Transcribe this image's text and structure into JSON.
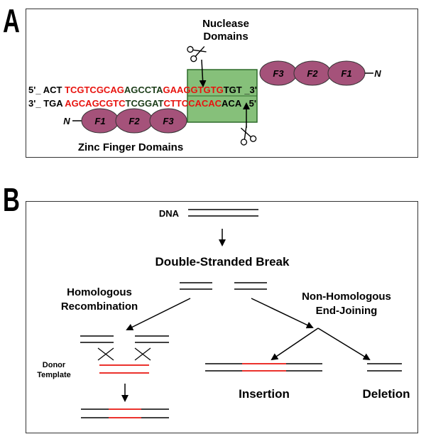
{
  "panel_a": {
    "letter": "A",
    "nuclease_label_line1": "Nuclease",
    "nuclease_label_line2": "Domains",
    "zinc_finger_label": "Zinc Finger Domains",
    "top_strand": {
      "prefix": "5'_",
      "black_left": "ACT",
      "red_left": "TCGTCGCAG",
      "green_site": "AGCCTA",
      "red_right": "GAAGGTGTG",
      "black_right": "TGT",
      "suffix": "_3'"
    },
    "bottom_strand": {
      "prefix": "3'_",
      "black_left": "TGA",
      "red_left": "AGCAGCGTC",
      "green_site": "TCGGAT",
      "red_right": "CTTCCACAC",
      "black_right": "ACA",
      "suffix": "_5'"
    },
    "fingers_top": [
      "F3",
      "F2",
      "F1"
    ],
    "fingers_bottom": [
      "F1",
      "F2",
      "F3"
    ],
    "n_terminus": "N",
    "colors": {
      "red": "#e8140f",
      "finger": "#a5527a",
      "green": "#86c07a",
      "green_border": "#2d6a2a"
    }
  },
  "panel_b": {
    "letter": "B",
    "dna_label": "DNA",
    "break_label": "Double-Stranded Break",
    "hr_label_line1": "Homologous",
    "hr_label_line2": "Recombination",
    "nhej_label_line1": "Non-Homologous",
    "nhej_label_line2": "End-Joining",
    "donor_label_line1": "Donor",
    "donor_label_line2": "Template",
    "insertion_label": "Insertion",
    "deletion_label": "Deletion"
  }
}
